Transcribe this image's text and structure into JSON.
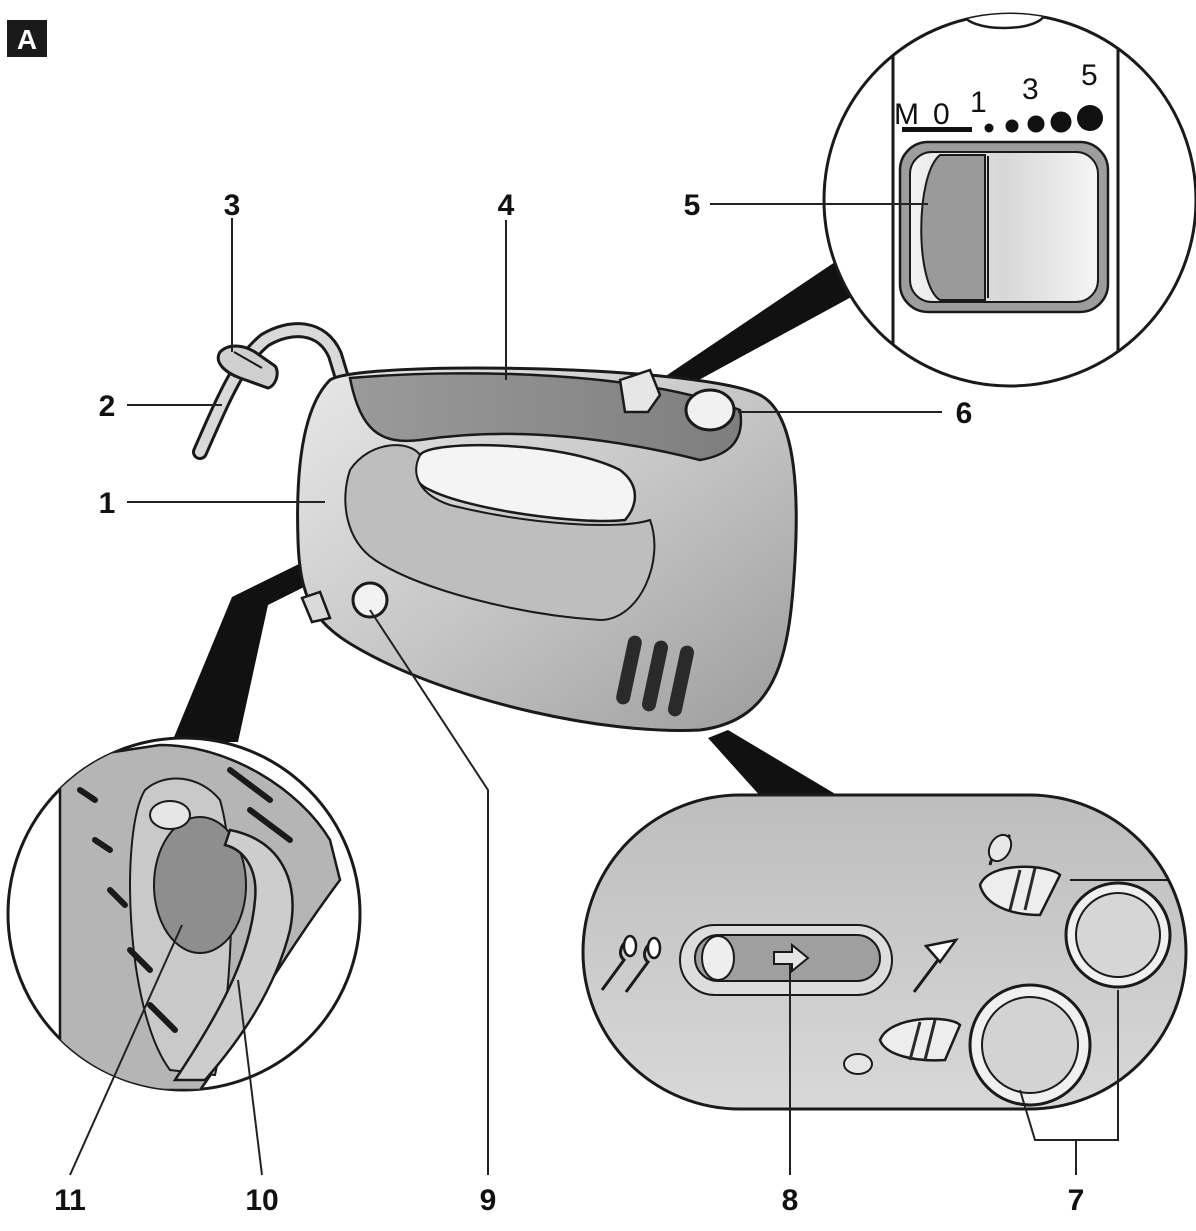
{
  "figure": {
    "badge": "A",
    "speed_labels": {
      "m": "M",
      "zero": "0",
      "one": "1",
      "three": "3",
      "five": "5"
    },
    "callouts": {
      "c1": "1",
      "c2": "2",
      "c3": "3",
      "c4": "4",
      "c5": "5",
      "c6": "6",
      "c7": "7",
      "c8": "8",
      "c9": "9",
      "c10": "10",
      "c11": "11"
    }
  },
  "colors": {
    "body_light": "#dcdcdc",
    "body_mid": "#b8b8b8",
    "body_dark": "#8e8e8e",
    "outline": "#1a1a1a",
    "badge_bg": "#1a1a1a"
  }
}
